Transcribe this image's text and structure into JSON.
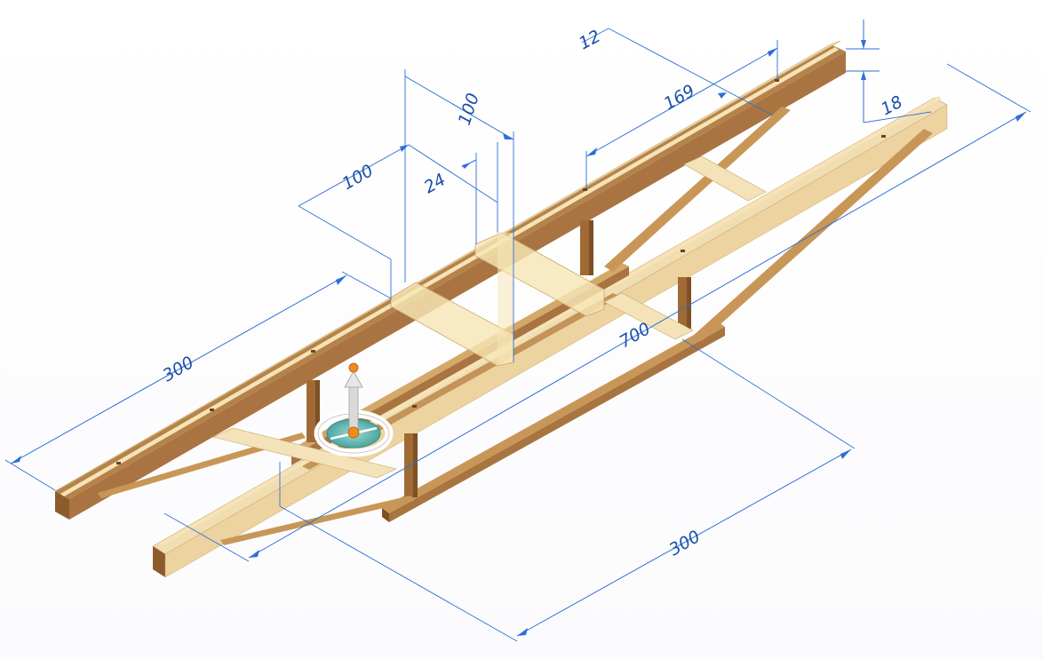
{
  "dimensions": {
    "dim_12": "12",
    "dim_169": "169",
    "dim_18": "18",
    "dim_100_top": "100",
    "dim_100_left": "100",
    "dim_24": "24",
    "dim_300_left": "300",
    "dim_700": "700",
    "dim_300_bottom": "300"
  },
  "colors": {
    "dimension_blue": "#2f6fd6",
    "wood_light": "#f1ddb0",
    "wood_medium": "#b5834a",
    "wood_dark": "#8a5a2b",
    "gizmo_orange": "#f08a1a",
    "gizmo_teal": "#4aa6a0"
  },
  "icons": {
    "gizmo": "move-rotate-gizmo-icon"
  }
}
